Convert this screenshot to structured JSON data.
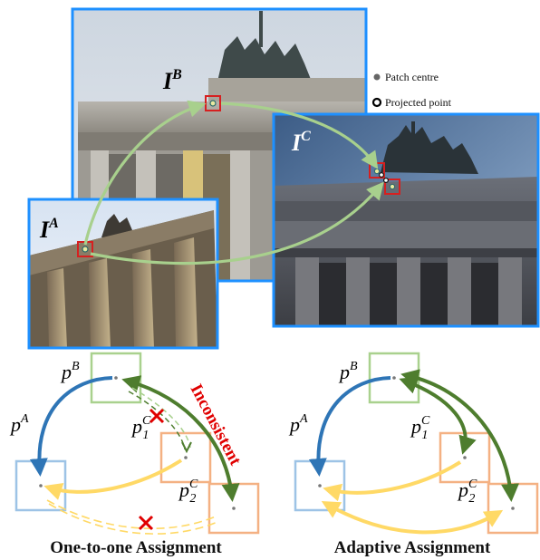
{
  "images": {
    "A": {
      "letter": "I",
      "sup": "A"
    },
    "B": {
      "letter": "I",
      "sup": "B"
    },
    "C": {
      "letter": "I",
      "sup": "C"
    }
  },
  "legend": {
    "patch_centre": "Patch centre",
    "projected_point": "Projected point"
  },
  "diagrams": {
    "left": {
      "caption": "One-to-one Assignment",
      "annotation": "Inconsistent",
      "labels": {
        "pA": "p",
        "pA_sup": "A",
        "pB": "p",
        "pB_sup": "B",
        "p1": "p",
        "p1_sup": "C",
        "p1_sub": "1",
        "p2": "p",
        "p2_sup": "C",
        "p2_sub": "2"
      }
    },
    "right": {
      "caption": "Adaptive Assignment",
      "labels": {
        "pA": "p",
        "pA_sup": "A",
        "pB": "p",
        "pB_sup": "B",
        "p1": "p",
        "p1_sup": "C",
        "p1_sub": "1",
        "p2": "p",
        "p2_sup": "C",
        "p2_sub": "2"
      }
    }
  },
  "colors": {
    "frame_blue": "#1e90ff",
    "arrow_light_green": "#a8d08d",
    "arrow_dark_green": "#4e7d2e",
    "arrow_blue": "#2e75b6",
    "arrow_yellow": "#ffd966",
    "box_green": "#a9d18e",
    "box_blue": "#9dc3e6",
    "box_orange": "#f4b183",
    "cross_red": "#e00000",
    "patch_red": "#d62020"
  }
}
